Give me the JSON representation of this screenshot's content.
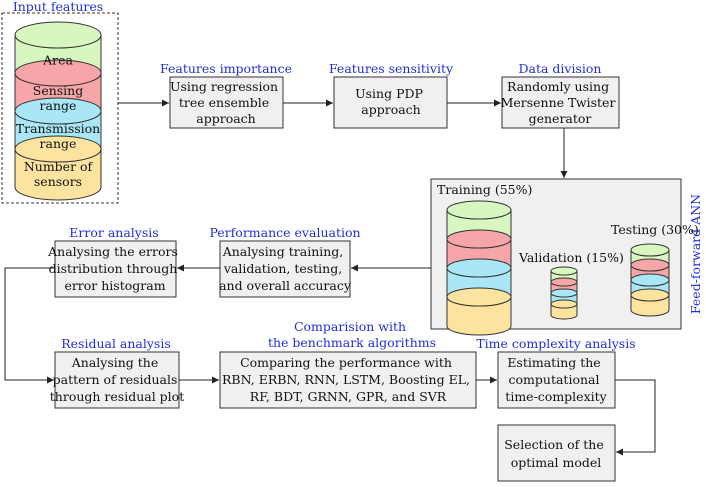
{
  "input": {
    "title": "Input features",
    "layers": [
      {
        "lines": [
          "Area"
        ],
        "color": "#d8f7c0"
      },
      {
        "lines": [
          "Sensing",
          "range"
        ],
        "color": "#f6a5a8"
      },
      {
        "lines": [
          "Transmission",
          "range"
        ],
        "color": "#a9e7f6"
      },
      {
        "lines": [
          "Number of",
          "sensors"
        ],
        "color": "#fde3a0"
      }
    ]
  },
  "steps": {
    "importance": {
      "title": "Features importance",
      "lines": [
        "Using regression",
        "tree ensemble",
        "approach"
      ]
    },
    "sensitivity": {
      "title": "Features sensitivity",
      "lines": [
        "Using PDP",
        "approach"
      ]
    },
    "division": {
      "title": "Data division",
      "lines": [
        "Randomly using",
        "Mersenne  Twister",
        "generator"
      ]
    },
    "performance": {
      "title": "Performance evaluation",
      "lines": [
        "Analysing training,",
        "validation, testing,",
        "and overall accuracy"
      ]
    },
    "error": {
      "title": "Error analysis",
      "lines": [
        "Analysing the errors",
        "distribution through",
        "error histogram"
      ]
    },
    "residual": {
      "title": "Residual analysis",
      "lines": [
        "Analysing the",
        "pattern of residuals",
        "through residual plot"
      ]
    },
    "comparison": {
      "title_lines": [
        "Comparision with",
        "the benchmark algorithms"
      ],
      "lines": [
        "Comparing the performance with",
        "RBN, ERBN, RNN, LSTM, Boosting EL,",
        "RF, BDT, GRNN, GPR, and SVR"
      ]
    },
    "complexity": {
      "title": "Time complexity analysis",
      "lines": [
        "Estimating the",
        "computational",
        "time-complexity"
      ]
    },
    "selection": {
      "lines": [
        "Selection of the",
        "optimal model"
      ]
    }
  },
  "ann": {
    "label": "Feed-forward ANN",
    "training": "Training (55%)",
    "validation": "Validation (15%)",
    "testing": "Testing (30%)",
    "colors": [
      "#d8f7c0",
      "#f6a5a8",
      "#a9e7f6",
      "#fde3a0"
    ]
  }
}
